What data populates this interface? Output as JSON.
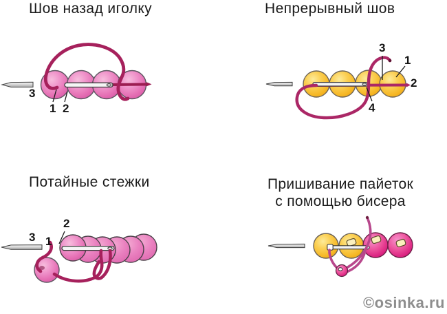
{
  "watermark": "©osinka.ru",
  "diagrams": {
    "backstitch": {
      "title": "Шов назад иголку",
      "labels": {
        "l3": "3",
        "l1": "1",
        "l2": "2"
      }
    },
    "continuous": {
      "title": "Непрерывный шов",
      "labels": {
        "l3": "3",
        "l1": "1",
        "l2": "2",
        "l4": "4"
      }
    },
    "hidden": {
      "title": "Потайные стежки",
      "labels": {
        "l3": "3",
        "l1": "1",
        "l2": "2"
      }
    },
    "sequin": {
      "title_line1": "Пришивание пайеток",
      "title_line2": "с помощью бисера"
    }
  },
  "colors": {
    "thread_crimson": "#a6215c",
    "thread_magenta": "#ab2766",
    "thread_light": "#b8478c",
    "bead_pink": "#e87cbb",
    "bead_yellow": "#f7bc26",
    "sequin_magenta": "#d91f7e",
    "needle_gray": "#d8d8d8",
    "title_text": "#1b1b1b",
    "watermark_gray": "#8e8e8e"
  }
}
